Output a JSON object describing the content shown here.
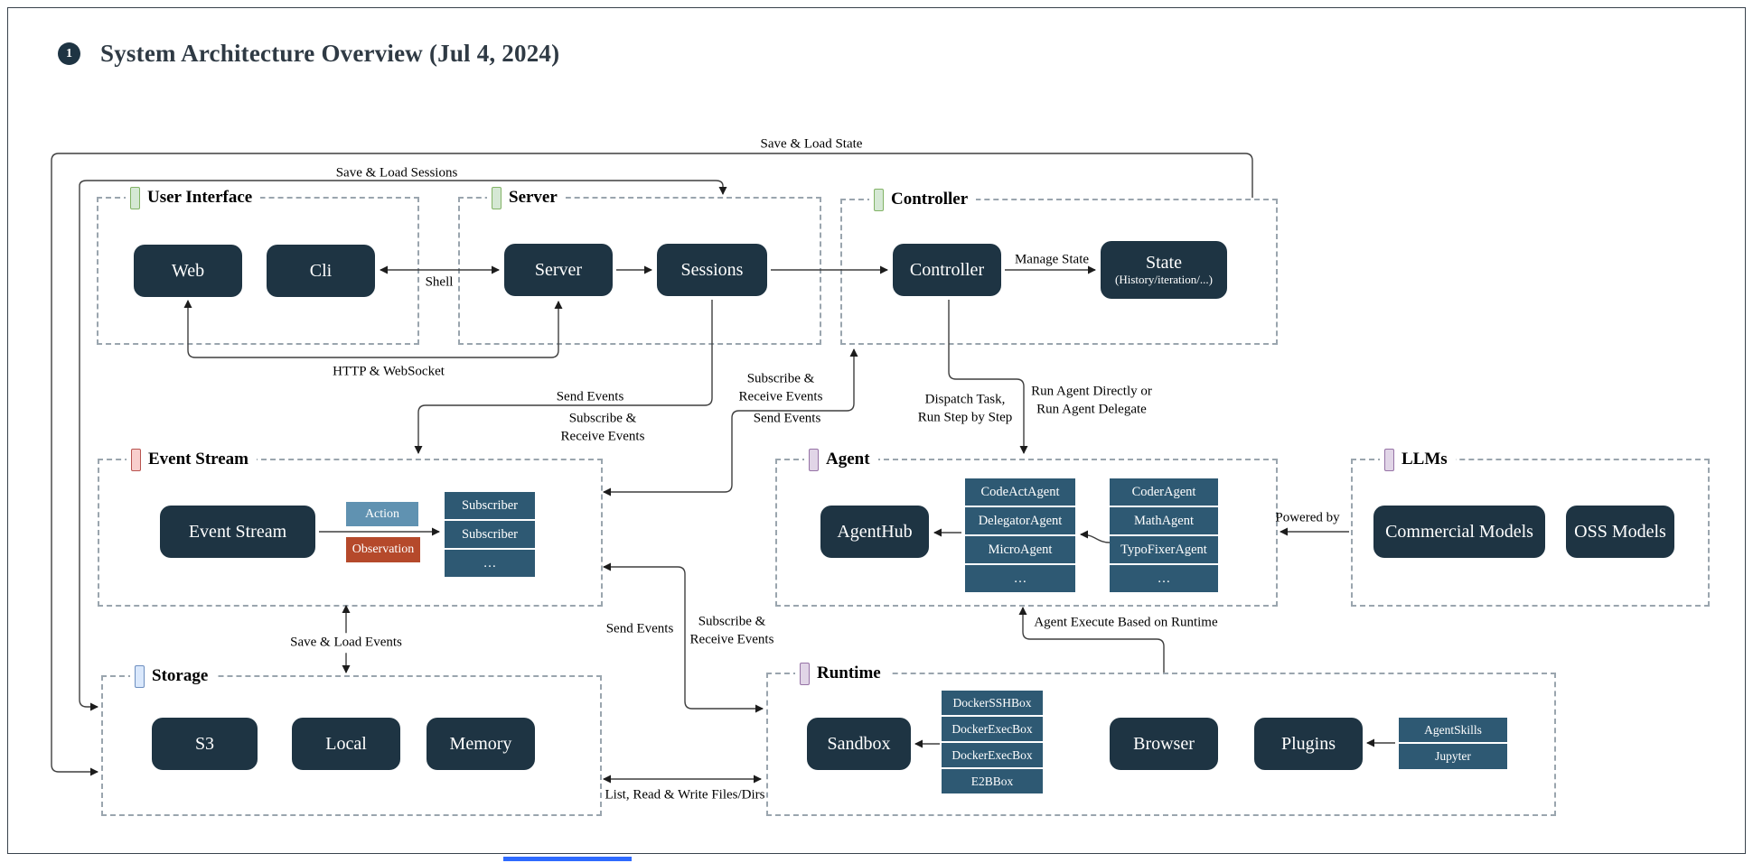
{
  "title": {
    "badge": "1",
    "text": "System Architecture Overview (Jul 4, 2024)"
  },
  "sections": {
    "ui": "User Interface",
    "server": "Server",
    "controller": "Controller",
    "event_stream": "Event Stream",
    "agent": "Agent",
    "llms": "LLMs",
    "storage": "Storage",
    "runtime": "Runtime"
  },
  "nodes": {
    "web": "Web",
    "cli": "Cli",
    "server": "Server",
    "sessions": "Sessions",
    "controller": "Controller",
    "state_title": "State",
    "state_sub": "(History/iteration/...)",
    "event_stream": "Event Stream",
    "agenthub": "AgentHub",
    "commercial": "Commercial Models",
    "oss": "OSS Models",
    "s3": "S3",
    "local": "Local",
    "memory": "Memory",
    "sandbox": "Sandbox",
    "browser": "Browser",
    "plugins": "Plugins"
  },
  "chips": {
    "action": "Action",
    "observation": "Observation"
  },
  "stacks": {
    "subscribers": [
      "Subscriber",
      "Subscriber",
      "…"
    ],
    "agents_core": [
      "CodeActAgent",
      "DelegatorAgent",
      "MicroAgent",
      "…"
    ],
    "agents_community": [
      "CoderAgent",
      "MathAgent",
      "TypoFixerAgent",
      "…"
    ],
    "sandboxes": [
      "DockerSSHBox",
      "DockerExecBox",
      "DockerExecBox",
      "E2BBox"
    ],
    "plugins": [
      "AgentSkills",
      "Jupyter"
    ]
  },
  "edges": {
    "save_load_state": "Save & Load State",
    "save_load_sessions": "Save & Load Sessions",
    "shell": "Shell",
    "http_ws": "HTTP & WebSocket",
    "manage_state": "Manage State",
    "send_events_a": "Send Events",
    "sub_recv_a": "Subscribe &\nReceive Events",
    "sub_recv_b": "Subscribe &\nReceive Events",
    "send_events_b": "Send Events",
    "dispatch": "Dispatch Task,\nRun Step by Step",
    "run_agent": "Run Agent Directly or\nRun Agent Delegate",
    "powered_by": "Powered by",
    "save_load_events": "Save & Load Events",
    "send_events_c": "Send Events",
    "sub_recv_c": "Subscribe &\nReceive Events",
    "agent_execute": "Agent Execute Based on Runtime",
    "list_rw": "List, Read & Write Files/Dirs"
  },
  "colors": {
    "node_bg": "#1e3443",
    "stack_bg": "#2e5973",
    "action_bg": "#6092b1",
    "observation_bg": "#b5492b",
    "accent_green": "#82b366",
    "accent_red": "#b85450",
    "accent_blue": "#6c8ebf",
    "accent_purple": "#9673a6",
    "wire": "#3f3f3f"
  }
}
